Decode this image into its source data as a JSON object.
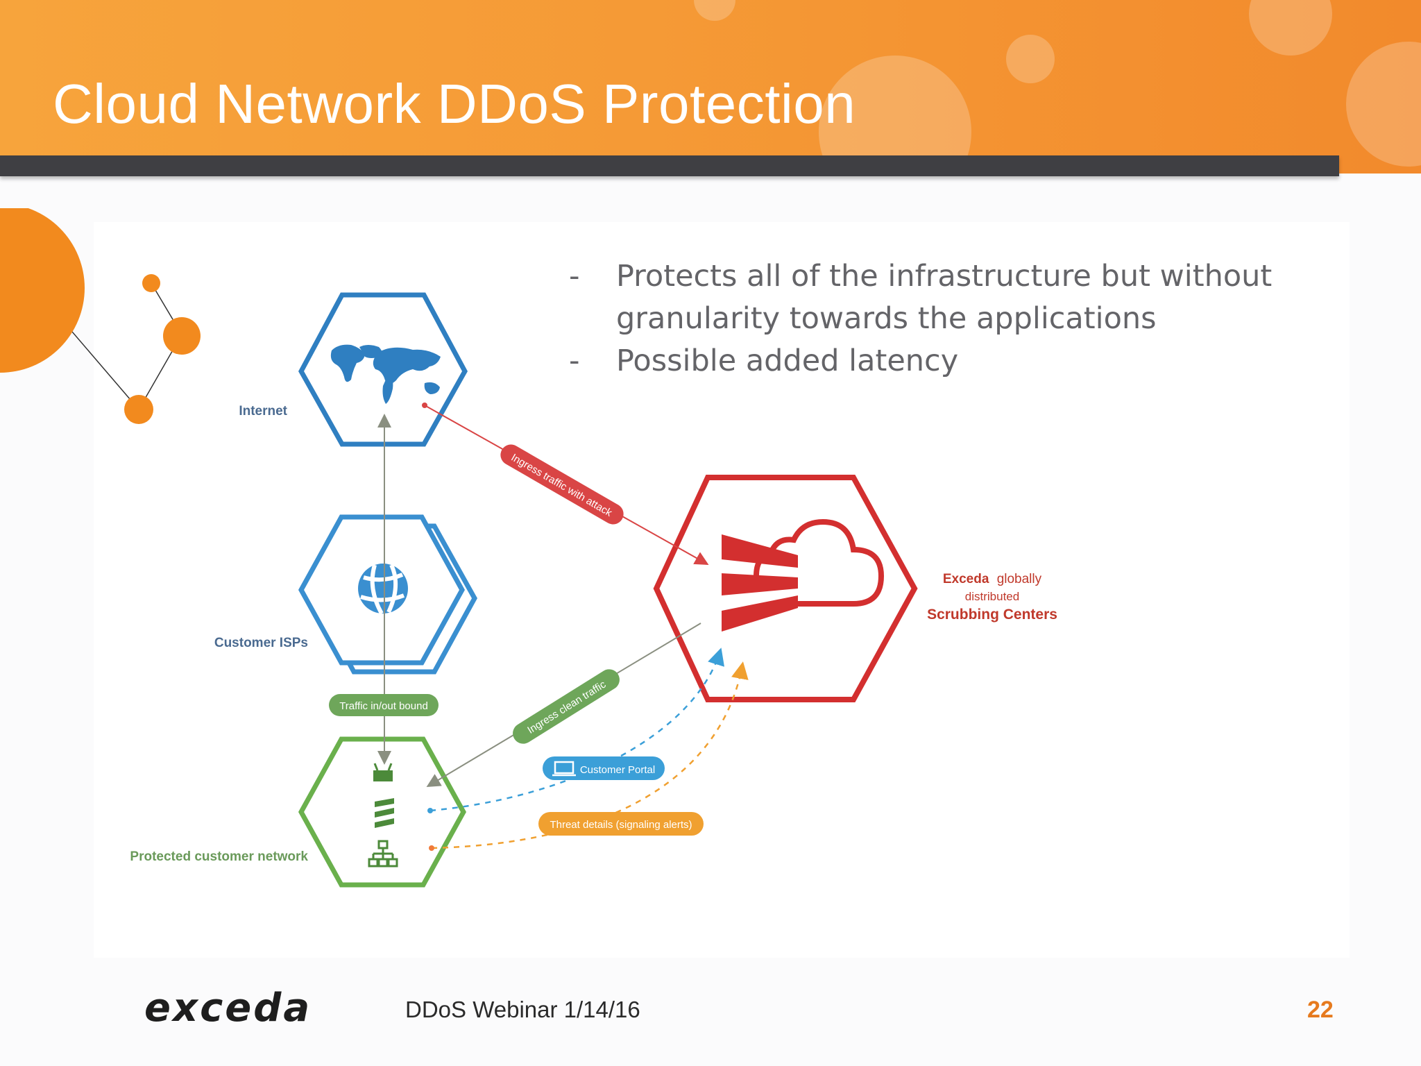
{
  "slide": {
    "title": "Cloud Network DDoS Protection",
    "bullets": [
      {
        "dash": "-",
        "text": "Protects all of the infrastructure but without granularity towards the applications"
      },
      {
        "dash": "-",
        "text": "Possible added latency"
      }
    ]
  },
  "diagram": {
    "nodes": {
      "internet": "Internet",
      "customer_isps": "Customer ISPs",
      "protected_network": "Protected customer network",
      "scrubbing_brand": "Exceda",
      "scrubbing_line1_suffix": "globally",
      "scrubbing_line2": "distributed",
      "scrubbing_line3": "Scrubbing Centers"
    },
    "edge_labels": {
      "ingress_attack": "Ingress traffic with attack",
      "traffic_inout": "Traffic in/out bound",
      "ingress_clean": "Ingress clean traffic",
      "customer_portal": "Customer Portal",
      "threat_details": "Threat details (signaling alerts)"
    },
    "colors": {
      "internet": "#2f7fc1",
      "isp": "#3a8fd0",
      "protected": "#6ab04c",
      "scrubbing": "#d32f2f",
      "attack_pill": "#d94545",
      "clean_pill": "#6ea65a",
      "portal_pill": "#3b9fd8",
      "threat_pill": "#f0a030"
    }
  },
  "footer": {
    "logo": "exceda",
    "text": "DDoS Webinar 1/14/16",
    "page_number": "22"
  },
  "theme": {
    "banner": "#f5a03a",
    "title_bar": "#3f3f43",
    "accent": "#f28a1e"
  }
}
